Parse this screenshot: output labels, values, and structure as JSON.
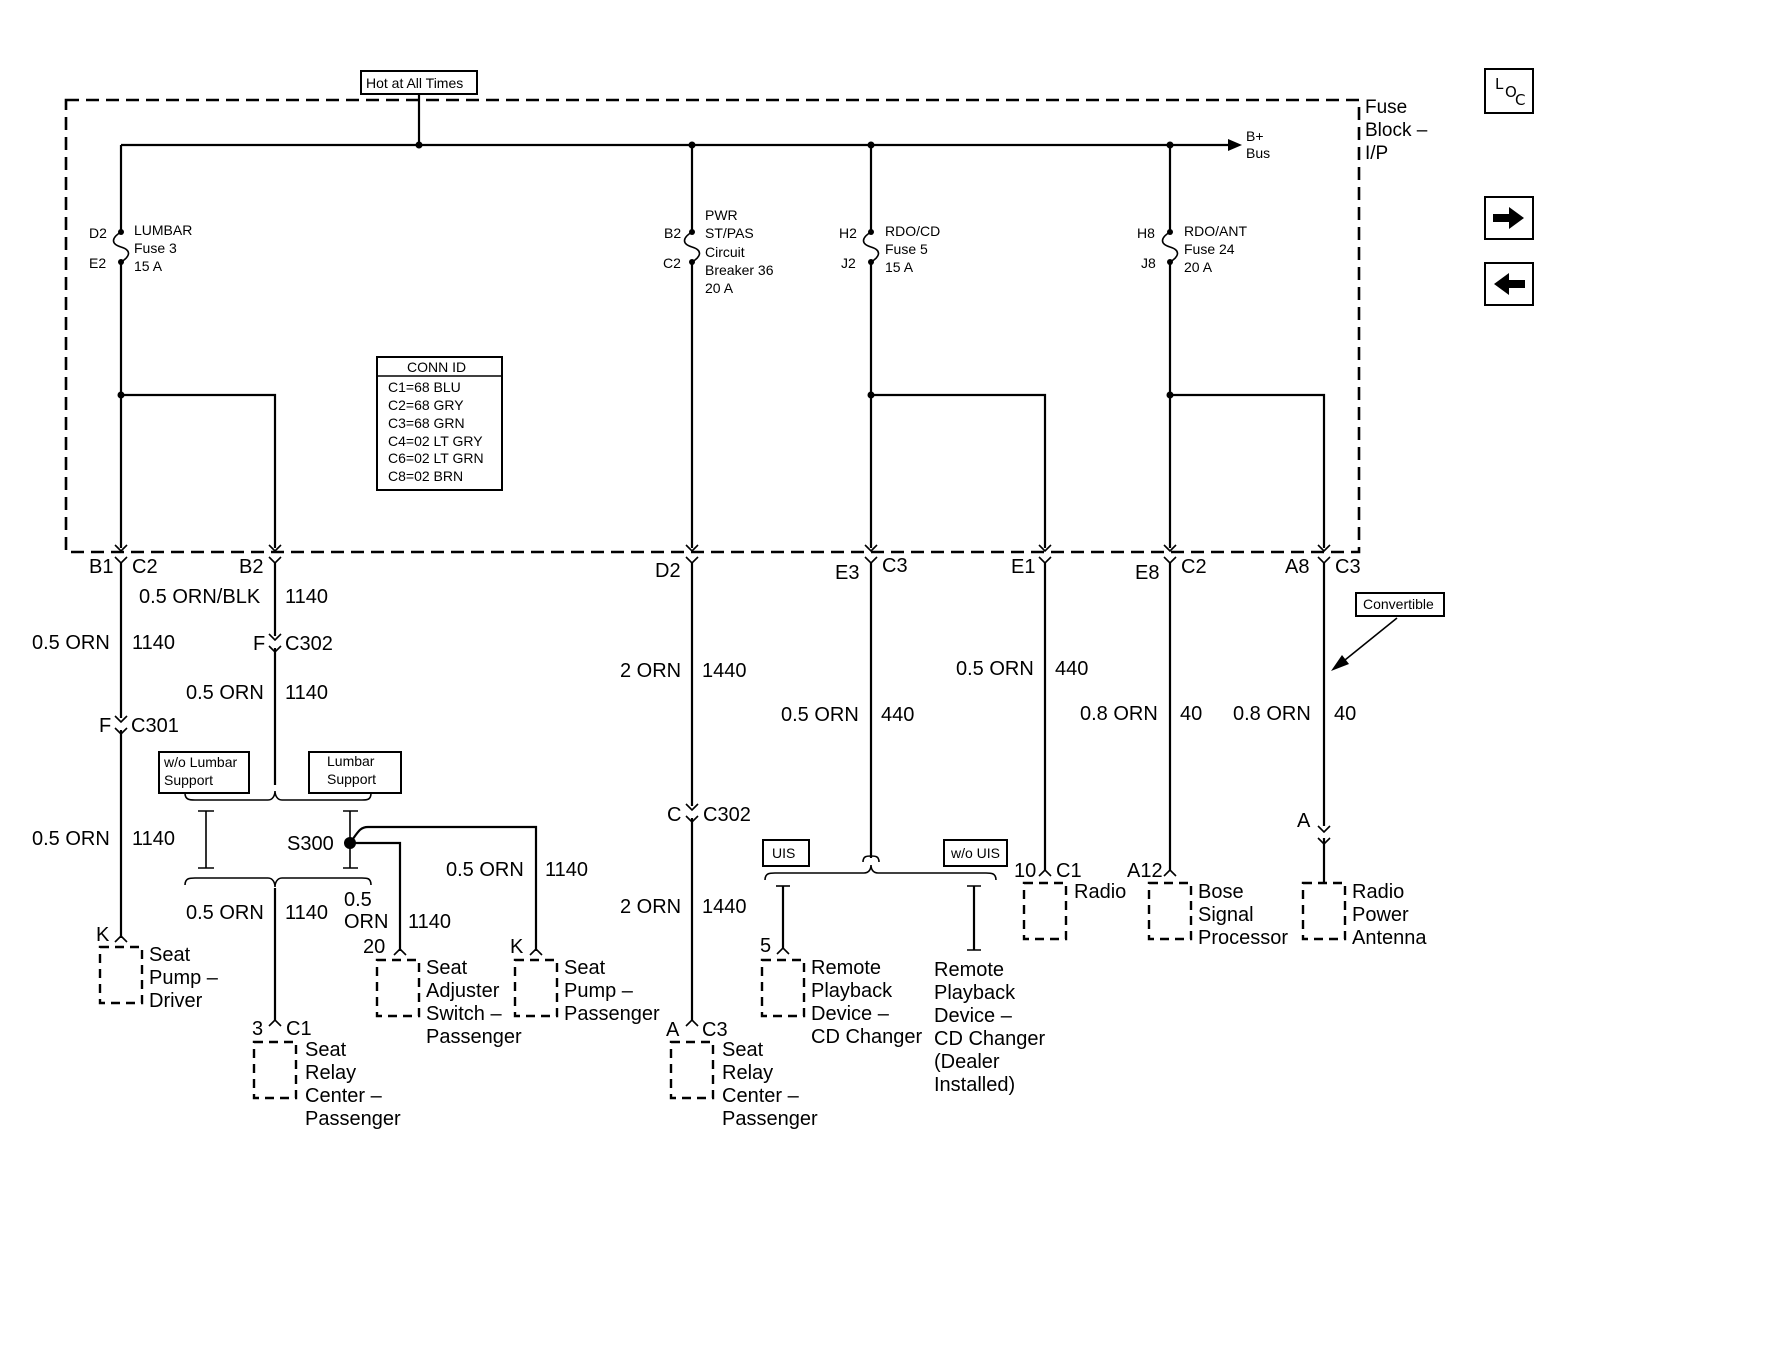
{
  "labels": {
    "hot_at_all_times": "Hot at All Times",
    "fuse_block": [
      "Fuse",
      "Block –",
      "I/P"
    ],
    "bplus_bus": [
      "B+",
      "Bus"
    ],
    "convertible": "Convertible",
    "wo_lumbar": [
      "w/o Lumbar",
      "Support"
    ],
    "lumbar": [
      "Lumbar",
      "Support"
    ],
    "uis": "UIS",
    "wo_uis": "w/o UIS",
    "s300": "S300"
  },
  "fuses": [
    {
      "top_pin": "D2",
      "bottom_pin": "E2",
      "lines": [
        "LUMBAR",
        "Fuse 3",
        "15 A"
      ]
    },
    {
      "top_pin": "B2",
      "bottom_pin": "C2",
      "lines": [
        "PWR",
        "ST/PAS",
        "Circuit",
        "Breaker 36",
        "20 A"
      ]
    },
    {
      "top_pin": "H2",
      "bottom_pin": "J2",
      "lines": [
        "RDO/CD",
        "Fuse 5",
        "15 A"
      ]
    },
    {
      "top_pin": "H8",
      "bottom_pin": "J8",
      "lines": [
        "RDO/ANT",
        "Fuse 24",
        "20 A"
      ]
    }
  ],
  "conn_id": {
    "title": "CONN ID",
    "rows": [
      "C1=68 BLU",
      "C2=68 GRY",
      "C3=68 GRN",
      "C4=02 LT GRY",
      "C6=02 LT GRN",
      "C8=02 BRN"
    ]
  },
  "terminals": [
    {
      "pin": "B1",
      "conn": "C2"
    },
    {
      "pin": "B2",
      "conn": ""
    },
    {
      "pin": "D2",
      "conn": ""
    },
    {
      "pin": "E3",
      "conn": "C3"
    },
    {
      "pin": "E1",
      "conn": ""
    },
    {
      "pin": "E8",
      "conn": "C2"
    },
    {
      "pin": "A8",
      "conn": "C3"
    }
  ],
  "wires": [
    {
      "color": "0.5 ORN/BLK",
      "circuit": "1140"
    },
    {
      "color": "0.5 ORN",
      "circuit": "1140"
    },
    {
      "color": "0.5 ORN",
      "circuit": "1140"
    },
    {
      "color": "0.5 ORN",
      "circuit": "1140"
    },
    {
      "color": "0.5 ORN",
      "circuit": "1140"
    },
    {
      "color": "0.5 ORN",
      "circuit": "1140"
    },
    {
      "color": "0.5",
      "circuit": ""
    },
    {
      "color": "ORN",
      "circuit": "1140"
    },
    {
      "color": "2 ORN",
      "circuit": "1440"
    },
    {
      "color": "2 ORN",
      "circuit": "1440"
    },
    {
      "color": "0.5 ORN",
      "circuit": "440"
    },
    {
      "color": "0.5 ORN",
      "circuit": "440"
    },
    {
      "color": "0.8 ORN",
      "circuit": "40"
    },
    {
      "color": "0.8 ORN",
      "circuit": "40"
    }
  ],
  "inline_connectors": [
    {
      "pin": "F",
      "conn": "C302"
    },
    {
      "pin": "F",
      "conn": "C301"
    },
    {
      "pin": "C",
      "conn": "C302"
    },
    {
      "pin": "A",
      "conn": ""
    }
  ],
  "components": [
    {
      "pin": "K",
      "conn": "",
      "lines": [
        "Seat",
        "Pump –",
        "Driver"
      ]
    },
    {
      "pin": "20",
      "conn": "",
      "lines": [
        "Seat",
        "Adjuster",
        "Switch –",
        "Passenger"
      ]
    },
    {
      "pin": "K",
      "conn": "",
      "lines": [
        "Seat",
        "Pump –",
        "Passenger"
      ]
    },
    {
      "pin": "3",
      "conn": "C1",
      "lines": [
        "Seat",
        "Relay",
        "Center –",
        "Passenger"
      ]
    },
    {
      "pin": "A",
      "conn": "C3",
      "lines": [
        "Seat",
        "Relay",
        "Center –",
        "Passenger"
      ]
    },
    {
      "pin": "5",
      "conn": "",
      "lines": [
        "Remote",
        "Playback",
        "Device –",
        "CD Changer"
      ]
    },
    {
      "pin": "",
      "conn": "",
      "lines": [
        "Remote",
        "Playback",
        "Device –",
        "CD Changer",
        "(Dealer",
        "Installed)"
      ]
    },
    {
      "pin": "10",
      "conn": "C1",
      "lines": [
        "Radio"
      ]
    },
    {
      "pin": "A12",
      "conn": "",
      "lines": [
        "Bose",
        "Signal",
        "Processor"
      ]
    },
    {
      "pin": "",
      "conn": "",
      "lines": [
        "Radio",
        "Power",
        "Antenna"
      ]
    }
  ],
  "nav": {
    "loc": [
      "L",
      "O",
      "C"
    ],
    "next_icon": "arrow-right-icon",
    "prev_icon": "arrow-left-icon"
  }
}
